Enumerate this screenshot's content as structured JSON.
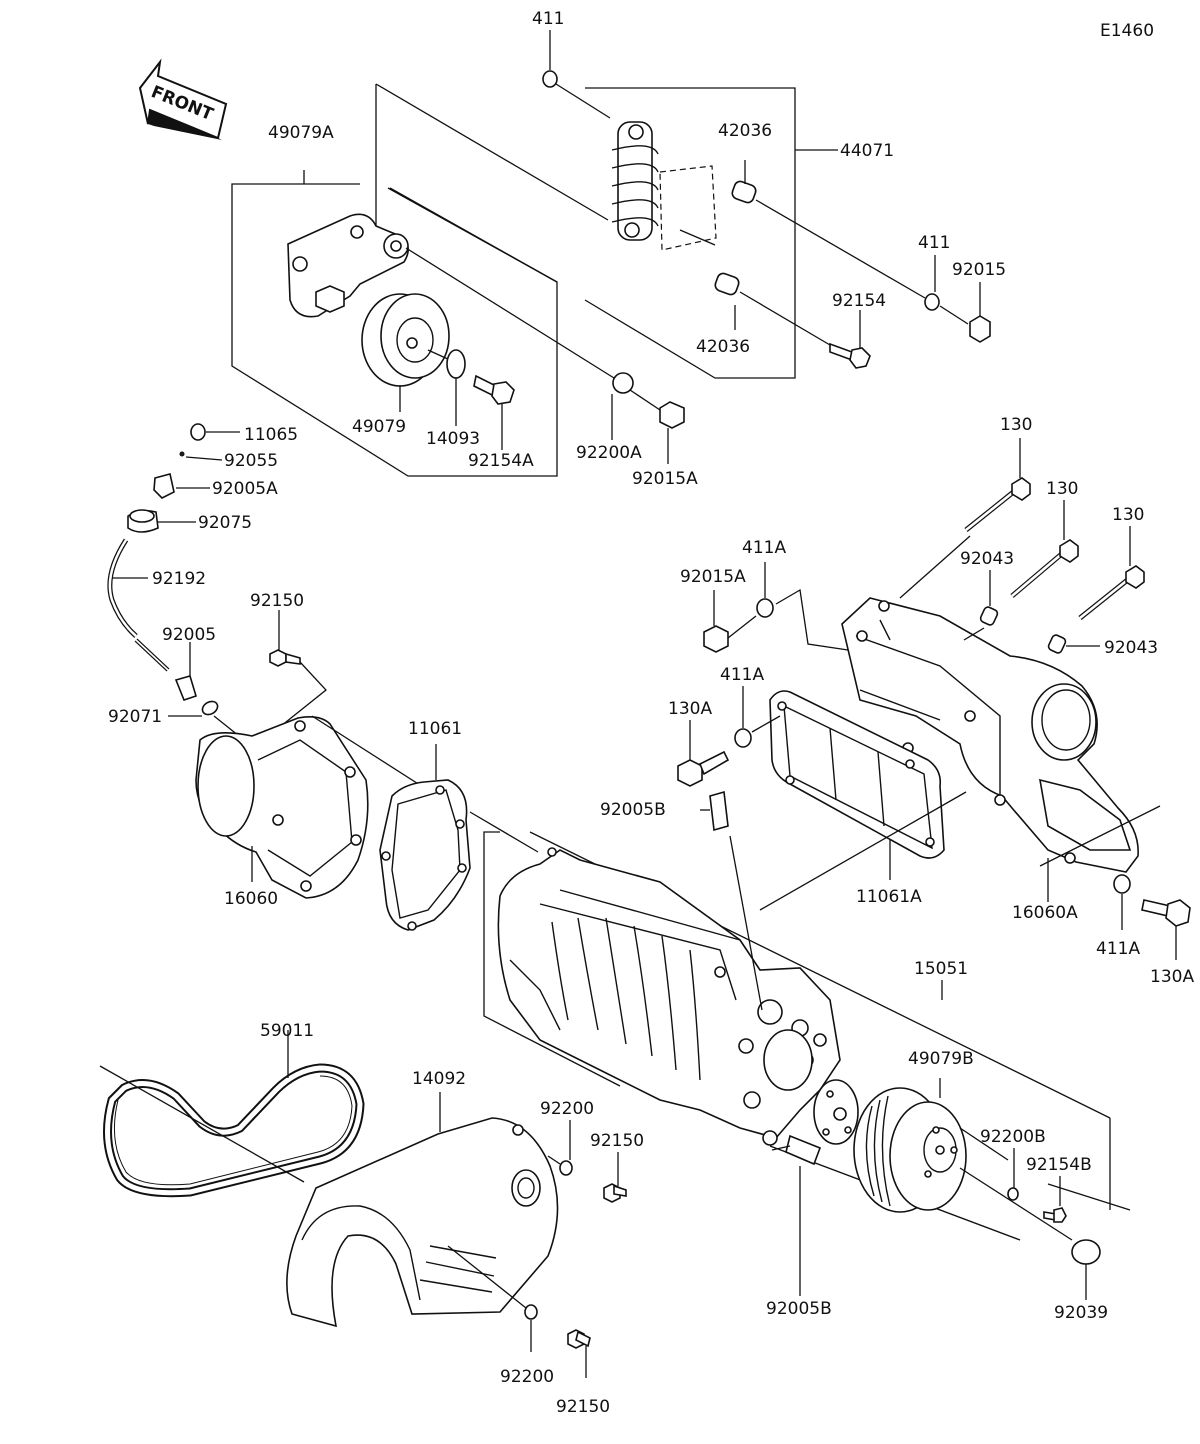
{
  "diagram": {
    "code": "E1460",
    "front_arrow_text": "FRONT",
    "labels": {
      "p411_top": "411",
      "p42036_top": "42036",
      "p44071": "44071",
      "p411_right": "411",
      "p92015": "92015",
      "p92154": "92154",
      "p42036_bottom": "42036",
      "p49079A": "49079A",
      "p49079": "49079",
      "p14093": "14093",
      "p92154A": "92154A",
      "p92200A": "92200A",
      "p92015A_top": "92015A",
      "p11065": "11065",
      "p92055": "92055",
      "p92005A": "92005A",
      "p92075": "92075",
      "p92192": "92192",
      "p92150_left": "92150",
      "p92005": "92005",
      "p92071": "92071",
      "p11061": "11061",
      "p16060": "16060",
      "p130_1": "130",
      "p130_2": "130",
      "p130_3": "130",
      "p411A_1": "411A",
      "p92015A_mid": "92015A",
      "p92043_1": "92043",
      "p92043_2": "92043",
      "p411A_2": "411A",
      "p130A_1": "130A",
      "p92005B_top": "92005B",
      "p11061A": "11061A",
      "p16060A": "16060A",
      "p411A_3": "411A",
      "p130A_2": "130A",
      "p15051": "15051",
      "p59011": "59011",
      "p14092": "14092",
      "p92200_1": "92200",
      "p92150_mid": "92150",
      "p49079B": "49079B",
      "p92200B": "92200B",
      "p92154B": "92154B",
      "p92005B_bottom": "92005B",
      "p92039": "92039",
      "p92200_2": "92200",
      "p92150_bottom": "92150"
    }
  }
}
